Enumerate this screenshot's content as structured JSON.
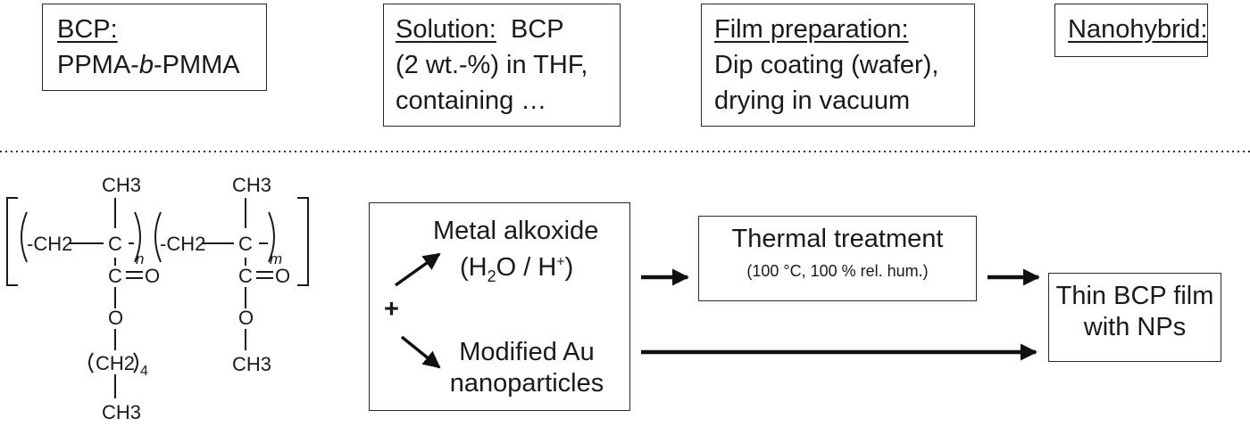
{
  "header": {
    "bcp": {
      "title": "BCP:",
      "line1_pre": "PPMA-",
      "line1_italic": "b",
      "line1_post": "-PMMA"
    },
    "solution": {
      "title": "Solution:",
      "title_tail": "  BCP",
      "line2": "(2 wt.-%) in THF,",
      "line3": "containing …"
    },
    "film": {
      "title": "Film preparation:",
      "line2": "Dip coating (wafer),",
      "line3": "drying in vacuum"
    },
    "nanohybrid": {
      "title": "Nanohybrid:"
    }
  },
  "structure": {
    "ch3_left": "CH3",
    "ch3_right": "CH3",
    "ch2_left": "-CH2",
    "ch2_right": "-CH2",
    "c_left": "C",
    "c_right": "C",
    "sub_n": "n",
    "sub_m": "m",
    "carbonyl_c_left": "C",
    "carbonyl_c_right": "C",
    "o_double_left": "O",
    "o_double_right": "O",
    "o_ester_left": "O",
    "o_ester_right": "O",
    "ch2_4": "CH2",
    "sub_4": "4",
    "ch3_bottom_left": "CH3",
    "ch3_bottom_right": "CH3"
  },
  "process": {
    "reagents": {
      "metal_alkoxide": "Metal alkoxide",
      "catalyst": "(H2O / H+)",
      "plus": "+",
      "au_line1": "Modified Au",
      "au_line2": "nanoparticles"
    },
    "thermal": {
      "line1": "Thermal treatment",
      "line2": "(100 °C, 100 % rel. hum.)"
    },
    "result": {
      "line1": "Thin BCP film",
      "line2": "with NPs"
    }
  }
}
